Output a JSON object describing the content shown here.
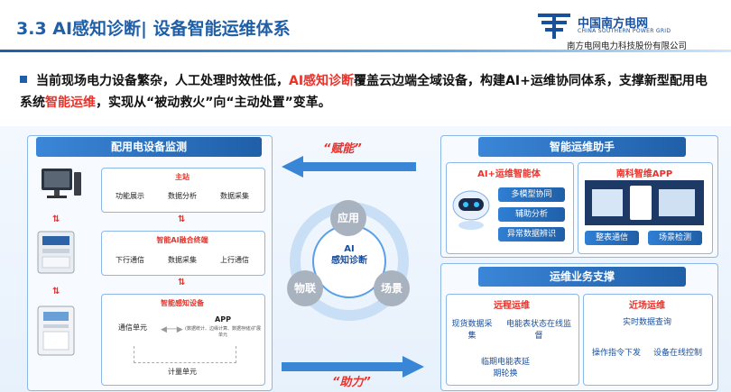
{
  "header": {
    "title": "3.3 AI感知诊断| 设备智能运维体系",
    "logo_cn": "中国南方电网",
    "logo_en": "CHINA SOUTHERN POWER GRID",
    "company": "南方电网电力科技股份有限公司"
  },
  "intro": {
    "p1": "当前现场电力设备繁杂，人工处理时效性低，",
    "hl1": "AI感知诊断",
    "p2": "覆盖云边端全域设备，构建AI+运维协同体系，支撑新型配用电系统",
    "hl2": "智能运维",
    "p3": "，实现从“被动救火”向“主动处置”变革。"
  },
  "left": {
    "title": "配用电设备监测",
    "master": {
      "title": "主站",
      "items": [
        "功能展示",
        "数据分析",
        "数据采集"
      ]
    },
    "terminal": {
      "title": "智能AI融合终端",
      "items": [
        "下行通信",
        "数据采集",
        "上行通信"
      ]
    },
    "sensor": {
      "title": "智能感知设备",
      "comm": "通信单元",
      "app_title": "APP",
      "app_desc": "(数据统计、边缘计算、数据存储)扩展单元",
      "meter": "计量单元"
    }
  },
  "center": {
    "top_arrow": "“赋能”",
    "bottom_arrow": "“助力”",
    "core": "AI\n感知诊断",
    "nodes": [
      "应用",
      "物联",
      "场景"
    ]
  },
  "right_top": {
    "title": "智能运维助手",
    "agent": {
      "title": "AI+运维智能体",
      "items": [
        "多模型协同",
        "辅助分析",
        "异常数据辨识"
      ]
    },
    "app": {
      "title": "南科智维APP",
      "items": [
        "整表通信",
        "场景检测"
      ]
    }
  },
  "right_bottom": {
    "title": "运维业务支撑",
    "remote": {
      "title": "远程运维",
      "items": [
        "现货数据采集",
        "电能表状态在线监督",
        "临期电能表延期轮换"
      ]
    },
    "near": {
      "title": "近场运维",
      "items": [
        "实时数据查询",
        "操作指令下发",
        "设备在线控制"
      ]
    }
  }
}
